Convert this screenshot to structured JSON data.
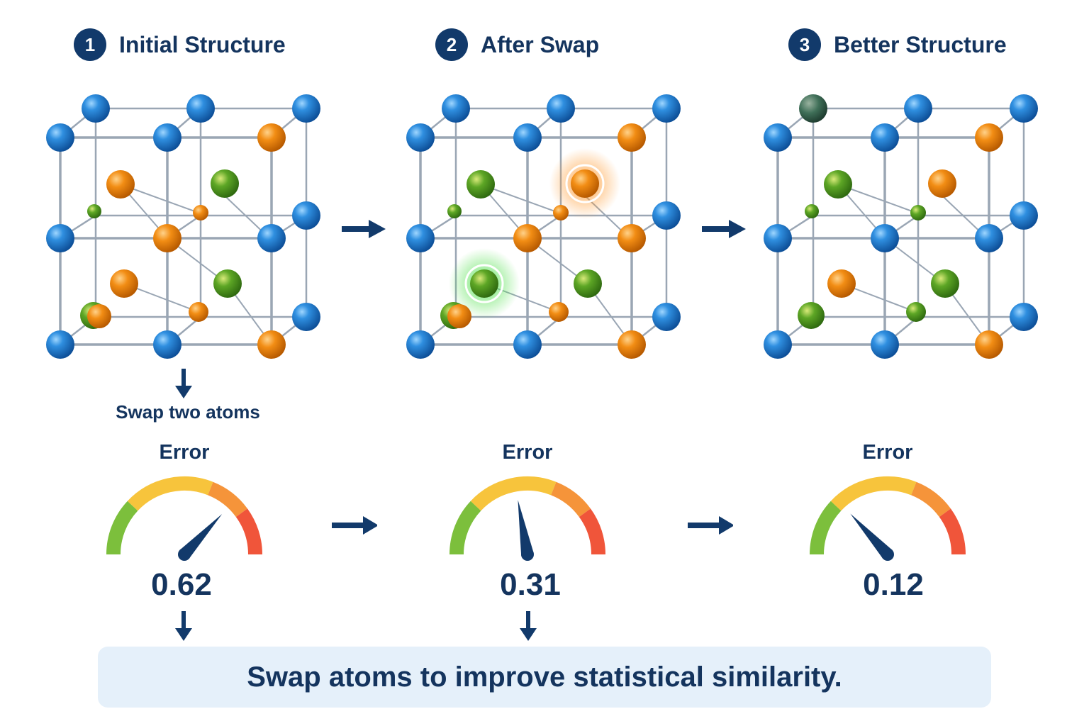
{
  "steps": [
    {
      "num": "1",
      "title": "Initial Structure"
    },
    {
      "num": "2",
      "title": "After Swap"
    },
    {
      "num": "3",
      "title": "Better Structure"
    }
  ],
  "swap_caption": "Swap two atoms",
  "error_label": "Error",
  "errors": [
    {
      "value": "0.62",
      "level": 0.62
    },
    {
      "value": "0.31",
      "level": 0.31
    },
    {
      "value": "0.12",
      "level": 0.12
    }
  ],
  "banner_text": "Swap atoms to improve statistical similarity.",
  "colors": {
    "dark_blue": "#123a6b",
    "atom_blue": "#1f7fd0",
    "atom_orange": "#f08a12",
    "atom_green": "#56a223",
    "gauge_green": "#7cbf3c",
    "gauge_yellow": "#f7c43c",
    "gauge_orange": "#f5943a",
    "gauge_red": "#f0553a",
    "banner_bg": "#e5f0fa"
  },
  "icons": [
    "cube-lattice-icon",
    "right-arrow-icon",
    "down-arrow-icon",
    "gauge-icon",
    "needle-icon",
    "highlight-ring-icon"
  ]
}
